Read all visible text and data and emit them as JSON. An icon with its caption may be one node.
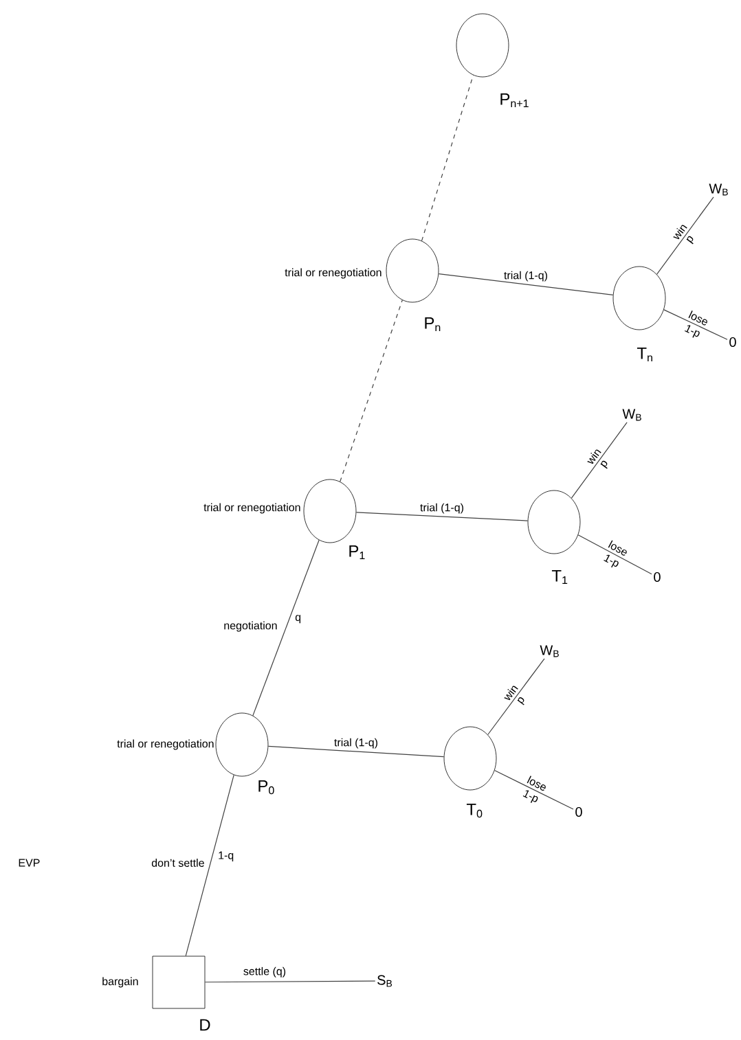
{
  "diagram": {
    "nodes": [
      {
        "text": [],
        "shape": "circle",
        "beside": [
          "P$_{n+1}$"
        ]
      },
      {
        "text": [],
        "shape": "circle",
        "beside": [
          "trial or renegotiation",
          "P$_{n}$"
        ]
      },
      {
        "text": [],
        "shape": "circle",
        "beside": [
          "T$_{n}$"
        ]
      },
      {
        "text": [
          "W$_{B}$"
        ]
      },
      {
        "text": [
          "0"
        ]
      },
      {
        "text": [],
        "shape": "circle",
        "beside": [
          "trial or renegotiation",
          "P$_{1}$"
        ]
      },
      {
        "text": [],
        "shape": "circle",
        "beside": [
          "T$_{1}$"
        ]
      },
      {
        "text": [
          "W$_{B}$"
        ]
      },
      {
        "text": [
          "0"
        ]
      },
      {
        "text": [],
        "shape": "circle",
        "beside": [
          "trial or renegotiation",
          "P$_{0}$"
        ]
      },
      {
        "text": [],
        "shape": "circle",
        "beside": [
          "T$_{0}$"
        ]
      },
      {
        "text": [
          "W$_{B}$"
        ]
      },
      {
        "text": [
          "0"
        ]
      },
      {
        "text": [],
        "shape": "box",
        "beside": [
          "bargain",
          "D"
        ]
      },
      {
        "text": [
          "S$_{B}$"
        ]
      }
    ],
    "edges": [
      {
        "from": 1,
        "to": 0,
        "arrow": "none",
        "style": "dashed"
      },
      {
        "from": 5,
        "to": 1,
        "arrow": "none",
        "style": "dashed"
      },
      {
        "from": 1,
        "to": 2,
        "arrow": "none",
        "label": "trial (1-q)"
      },
      {
        "from": 2,
        "to": 3,
        "arrow": "none",
        "label": "win"
      },
      {
        "from": 2,
        "to": 4,
        "arrow": "none",
        "label": "lose"
      },
      {
        "from": 9,
        "to": 5,
        "arrow": "none",
        "label": "q"
      },
      {
        "from": 5,
        "to": 6,
        "arrow": "none",
        "label": "trial (1-q)"
      },
      {
        "from": 6,
        "to": 7,
        "arrow": "none",
        "label": "win"
      },
      {
        "from": 6,
        "to": 8,
        "arrow": "none",
        "label": "lose"
      },
      {
        "from": 13,
        "to": 9,
        "arrow": "none",
        "label": "1-q"
      },
      {
        "from": 9,
        "to": 10,
        "arrow": "none",
        "label": "trial (1-q)"
      },
      {
        "from": 10,
        "to": 11,
        "arrow": "none",
        "label": "win"
      },
      {
        "from": 10,
        "to": 12,
        "arrow": "none",
        "label": "lose"
      },
      {
        "from": 13,
        "to": 14,
        "arrow": "none",
        "label": "settle (q)"
      }
    ],
    "labels": [
      "p",
      "1-p",
      "p",
      "1-p",
      "negotiation",
      "p",
      "1-p",
      "EVP",
      "don’t settle"
    ]
  }
}
